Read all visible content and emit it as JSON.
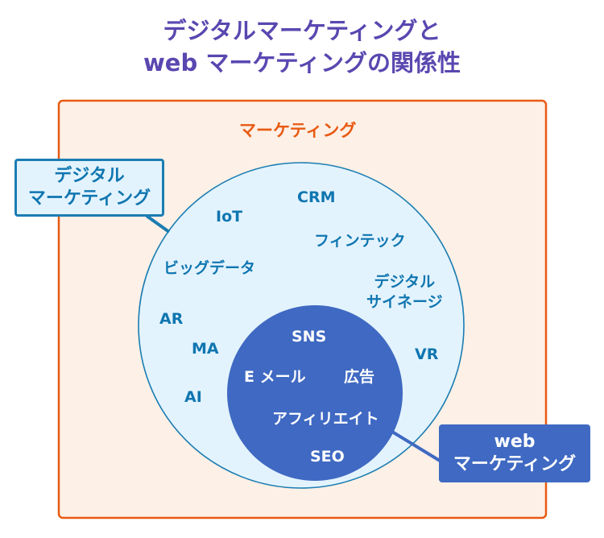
{
  "title": {
    "line1": "デジタルマーケティングと",
    "line2": "web マーケティングの関係性"
  },
  "outer_region": {
    "label": "マーケティング",
    "border_color": "#e85a12",
    "fill_color": "#fdf0e6"
  },
  "digital_marketing": {
    "callout_line1": "デジタル",
    "callout_line2": "マーケティング",
    "fill_color": "#e3f3fd",
    "border_color": "#1a7db2",
    "items": {
      "iot": "IoT",
      "crm": "CRM",
      "fintech": "フィンテック",
      "bigdata": "ビッグデータ",
      "signage_line1": "デジタル",
      "signage_line2": "サイネージ",
      "ar": "AR",
      "ma": "MA",
      "vr": "VR",
      "ai": "AI"
    }
  },
  "web_marketing": {
    "callout_line1": "web",
    "callout_line2": "マーケティング",
    "fill_color": "#3f69c2",
    "items": {
      "sns": "SNS",
      "email": "E メール",
      "ads": "広告",
      "affiliate": "アフィリエイト",
      "seo": "SEO"
    }
  }
}
